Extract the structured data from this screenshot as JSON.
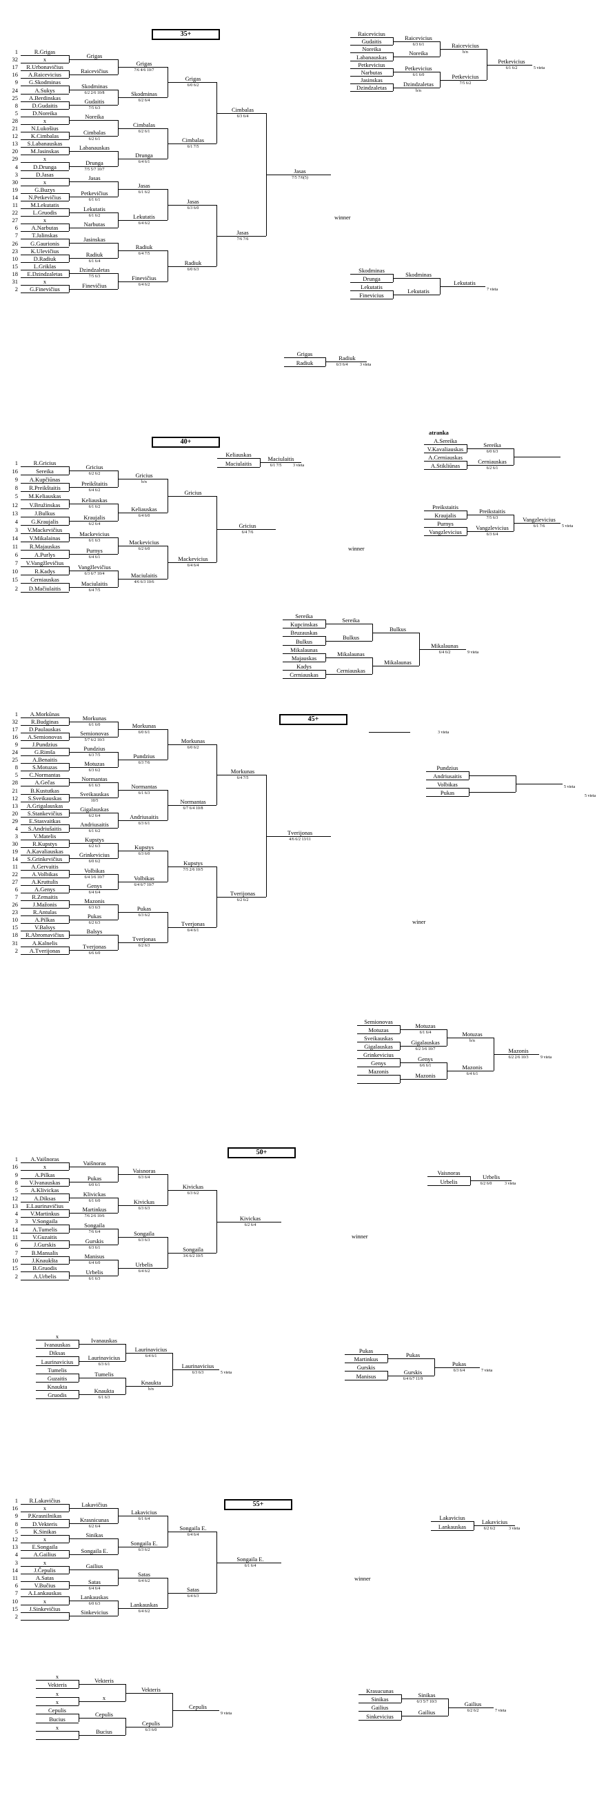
{
  "document": {
    "title": "Teniso turnyro tinkleliai"
  },
  "sections": [
    {
      "title": "35+",
      "players": [
        "R.Grigas",
        "x",
        "R.Urbonavičius",
        "A.Raicevicius",
        "G.Skodminas",
        "A.Sukys",
        "A.Berdinskas",
        "D.Gudaitis",
        "D.Noreika",
        "x",
        "N.Lukošius",
        "K.Cimbalas",
        "S.Labanauskas",
        "M.Jasinskas",
        "x",
        "D.Drunga",
        "D.Jasas",
        "x",
        "G.Buzys",
        "N.Petkevičius",
        "M.Lekutatis",
        "L.Gruodis",
        "x",
        "A.Narbutas",
        "T.Jalinskas",
        "G.Gaurionis",
        "K.Ulevičius",
        "D.Radiuk",
        "L.Griklas",
        "E.Dzindzaletas",
        "x",
        "G.Finevičius"
      ],
      "seeds": [
        "1",
        "32",
        "17",
        "16",
        "9",
        "24",
        "25",
        "8",
        "5",
        "28",
        "21",
        "12",
        "13",
        "20",
        "29",
        "4",
        "3",
        "30",
        "19",
        "14",
        "11",
        "22",
        "27",
        "6",
        "7",
        "26",
        "23",
        "10",
        "15",
        "18",
        "31",
        "2"
      ],
      "r1": [
        "Grigas",
        "Raicevičius",
        "Skodminas",
        "Gudaitis",
        "Noreika",
        "Cimbalas",
        "Labanauskas",
        "Drunga",
        "Jasas",
        "Petkevičius",
        "Lekutatis",
        "Narbutas",
        "Jasinskas",
        "Radiuk",
        "Dzindzaletas",
        "Finevičius"
      ],
      "r1s": [
        "",
        "",
        "6/2 2/6 10/8",
        "7/5 6/3",
        "",
        "6/2 6/1",
        "",
        "7/5 5/7 10/7",
        "",
        "6/1 6/1",
        "6/1 6/2",
        "",
        "",
        "6/1 6/4",
        "7/5 6/3",
        ""
      ],
      "r2": [
        "Grigas",
        "Skodminas",
        "Cimbalas",
        "Drunga",
        "Jasas",
        "Lekutatis",
        "Radiuk",
        "Finevičius"
      ],
      "r2s": [
        "7/6 4/6 10/7",
        "6/2 6/4",
        "6/2 6/1",
        "6/4 6/1",
        "6/1 6/2",
        "6/4 6/2",
        "6/4 7/5",
        "6/4 6/2"
      ],
      "r3": [
        "Grigas",
        "Cimbalas",
        "Jasas",
        "Radiuk"
      ],
      "r3s": [
        "6/0 6/2",
        "6/1 7/5",
        "6/3 6/0",
        "6/0 6/3"
      ],
      "r4": [
        "Cimbalas",
        "Jasas"
      ],
      "r4s": [
        "6/3 6/4",
        "7/6 7/6"
      ],
      "final": "Jasas",
      "final_score": "7/5 7/6(5)",
      "winner_label": "winner",
      "third": {
        "a": "Grigas",
        "b": "Radiuk",
        "w": "Radiuk",
        "score": "6/3 6/4",
        "label": "3 vieta"
      },
      "cons": {
        "players": [
          "Raicevicius",
          "Gudaitis",
          "Noreika",
          "Labanauskas",
          "Petkevicius",
          "Narbutas",
          "Jasinskas",
          "Dzindzaletas"
        ],
        "r1": [
          "Raicevicius",
          "Noreika",
          "Petkevicius",
          "Dzindzaletas"
        ],
        "r1s": [
          "6/3 6/1",
          "",
          "6/1 6/0",
          "b/n"
        ],
        "r2": [
          "Raicevicius",
          "Petkevicius"
        ],
        "r2s": [
          "b/n",
          "7/5 6/2"
        ],
        "w": "Petkevicius",
        "score": "6/1 6/2",
        "label": "5 vieta"
      },
      "cons2": {
        "players": [
          "Skodminas",
          "Drunga",
          "Lekutatis",
          "Finevicius"
        ],
        "r1": [
          "Skodminas",
          "Lekutatis"
        ],
        "w": "Lekutatis",
        "label": "7 vieta"
      }
    },
    {
      "title": "40+",
      "players": [
        "R.Gricius",
        "Sereika",
        "A.Kupčiūnas",
        "R.Preikštaitis",
        "M.Keliauskas",
        "V.Bružinskas",
        "J.Bulkus",
        "G.Kraujalis",
        "V.Mackevičius",
        "V.Mikalainas",
        "R.Majauskas",
        "A.Purlys",
        "V.Vangžlevičius",
        "R.Kadys",
        "Cerniauskas",
        "D.Mačiulaitis"
      ],
      "seeds": [
        "1",
        "16",
        "9",
        "8",
        "5",
        "12",
        "13",
        "4",
        "3",
        "14",
        "11",
        "6",
        "7",
        "10",
        "15",
        "2"
      ],
      "r1": [
        "Gricius",
        "Preikštaitis",
        "Keliauskas",
        "Kraujalis",
        "Mackevicius",
        "Purnys",
        "Vangžlevičius",
        "Maciulaitis"
      ],
      "r1s": [
        "6/2 6/2",
        "6/4 6/2",
        "6/1 6/2",
        "6/2 6/4",
        "6/1 6/3",
        "6/4 6/1",
        "6/3 6/7 10/4",
        "6/4 7/5"
      ],
      "r2": [
        "Gricius",
        "Keliauskas",
        "Mackevicius",
        "Maciulaitis"
      ],
      "r2s": [
        "b/n",
        "6/4 6/0",
        "6/2 6/0",
        "4/6 6/3 10/6"
      ],
      "r3": [
        "Gricius",
        "Mackevicius"
      ],
      "r3s": [
        "",
        "6/4 6/4"
      ],
      "final": "Gricius",
      "final_score": "6/4 7/6",
      "winner_label": "winner",
      "third": {
        "a": "Keliauskas",
        "b": "Maciulaitis",
        "w": "Maciulaitis",
        "score": "6/1 7/5",
        "label": "3 vieta"
      },
      "stranka_title": "atranka",
      "stranka": {
        "players": [
          "A.Sereika",
          "V.Kavaliauskas",
          "A.Cerniauskas",
          "A.Stikliūnas"
        ],
        "r1": [
          "Sereika",
          "Cerniauskas"
        ],
        "r1s": [
          "6/0 6/3",
          "6/2 6/1"
        ]
      },
      "cons": {
        "players": [
          "Preikstaitis",
          "Kraujalis",
          "Purnys",
          "Vangzlevicius"
        ],
        "r1": [
          "Preikstaitis",
          "Vangzlevicius"
        ],
        "r1s": [
          "7/5 6/3",
          "6/3 6/4"
        ],
        "w": "Vangzlevicius",
        "score": "6/1 7/6",
        "label": "5 vieta"
      },
      "cons2": {
        "players": [
          "Sereika",
          "Kupcinskas",
          "Bruzauskas",
          "Bulkus",
          "Mikalaunas",
          "Majauskas",
          "Kadys",
          "Cerniauskas"
        ],
        "r1": [
          "Sereika",
          "Bulkus",
          "Mikalaunas",
          "Cerniauskas"
        ],
        "r2": [
          "Bulkus",
          "Mikalaunas"
        ],
        "w": "Mikalaunas",
        "score": "6/4 6/2",
        "label": "9 vieta"
      }
    },
    {
      "title": "45+",
      "players": [
        "A.Morkūnas",
        "R.Budginas",
        "D.Paulauskas",
        "A.Semionovas",
        "J.Pundzius",
        "G.Rimša",
        "A.Benaitis",
        "S.Motuzas",
        "C.Normantas",
        "A.Gečas",
        "B.Kustutkas",
        "S.Sveikauskas",
        "A.Grigalauskas",
        "S.Stankevičius",
        "E.Stasvaitkas",
        "S.Andriušaitis",
        "V.Matelis",
        "R.Kupstys",
        "A.Kavaliauskas",
        "S.Grinkevičius",
        "A.Gervaitis",
        "A.Volbikas",
        "A.Kruttulis",
        "A.Genys",
        "R.Zemaitis",
        "J.Mažonis",
        "R.Antulas",
        "A.Pilkas",
        "V.Balsys",
        "R.Abromavičius",
        "A.Kalnelis",
        "A.Tverijonas"
      ],
      "seeds": [
        "1",
        "32",
        "17",
        "16",
        "9",
        "24",
        "25",
        "8",
        "5",
        "28",
        "21",
        "12",
        "13",
        "20",
        "29",
        "4",
        "3",
        "30",
        "19",
        "14",
        "11",
        "22",
        "27",
        "6",
        "7",
        "26",
        "23",
        "10",
        "15",
        "18",
        "31",
        "2"
      ],
      "r1": [
        "Morkunas",
        "Semionovas",
        "Pundzius",
        "Motuzas",
        "Normantas",
        "Sveikauskas",
        "Gigalauskas",
        "Andriusaitis",
        "Kupstys",
        "Grinkevicius",
        "Volbikas",
        "Genys",
        "Mazonis",
        "Pukas",
        "Balsys",
        "Tverjonas"
      ],
      "r1s": [
        "6/1 6/0",
        "5/7 6/2 10/3",
        "6/3 7/5",
        "6/3 6/2",
        "6/1 6/3",
        "10/5",
        "6/2 6/4",
        "6/1 6/2",
        "6/2 6/3",
        "6/0 6/2",
        "6/4 3/6 10/7",
        "6/4 6/4",
        "6/3 6/3",
        "6/2 6/3",
        "",
        "6/6 6/0"
      ],
      "r2": [
        "Morkunas",
        "Pundzius",
        "Normantas",
        "Andriusaitis",
        "Kupstys",
        "Volbikas",
        "Pukas",
        "Tverjonas"
      ],
      "r2s": [
        "6/0 6/1",
        "6/3 7/6",
        "6/1 6/3",
        "6/3 6/1",
        "6/3 6/0",
        "6/4 6/7 10/7",
        "6/3 6/2",
        "6/2 6/3"
      ],
      "r3": [
        "Morkunas",
        "Normantas",
        "Kupstys",
        "Tverjonas"
      ],
      "r3s": [
        "6/0 6/2",
        "6/7 6/4 10/8",
        "7/5 2/6 10/5",
        "6/4 6/1"
      ],
      "r4": [
        "Morkunas",
        "Tverijonas"
      ],
      "r4s": [
        "6/4 7/5",
        "6/2 6/2"
      ],
      "final": "Tverijonas",
      "final_score": "4/6 6/2 13/11",
      "winner_label": "winer",
      "third": {
        "label": "3 vieta"
      },
      "cons": {
        "players": [
          "Pundzius",
          "Andriusaitis",
          "Volbikas",
          "Pukas"
        ],
        "w": "",
        "label": "5 vieta"
      },
      "cons2": {
        "players": [
          "Semionovas",
          "Motuzas",
          "Sveikauskas",
          "Gigalauskas",
          "Grinkevicius",
          "Genys",
          "Mazonis"
        ],
        "r1": [
          "Motuzas",
          "Gigalauskas",
          "Genys",
          "Mazonis"
        ],
        "r1s": [
          "6/1 6/4",
          "6/2 3/6 10/7",
          "6/6 6/1",
          ""
        ],
        "r2": [
          "Motuzas",
          "Mazonis"
        ],
        "r2s": [
          "b/n",
          "6/4 6/1"
        ],
        "w": "Mazonis",
        "score": "6/2 2/6 10/3",
        "label": "9 vieta"
      }
    },
    {
      "title": "50+",
      "players": [
        "A.Vaišnoras",
        "x",
        "A.Pilkas",
        "V.Ivanauskas",
        "A.Klivickas",
        "A.Diksas",
        "E.Laurinavičius",
        "V.Martinkus",
        "V.Songaila",
        "A.Tumelis",
        "V.Guzaitis",
        "J.Gurskis",
        "B.Mansalis",
        "J.Knaukšta",
        "B.Gruodis",
        "A.Urbelis"
      ],
      "seeds": [
        "1",
        "16",
        "9",
        "8",
        "5",
        "12",
        "13",
        "4",
        "3",
        "14",
        "11",
        "6",
        "7",
        "10",
        "15",
        "2"
      ],
      "r1": [
        "Vaišnoras",
        "Pukas",
        "Klivickas",
        "Martinkus",
        "Songaila",
        "Gurskis",
        "Manisus",
        "Urbelis"
      ],
      "r1s": [
        "",
        "6/0 6/1",
        "6/1 6/0",
        "7/6 2/6 10/6",
        "7/6 6/4",
        "6/3 6/1",
        "6/4 6/0",
        "6/1 6/3"
      ],
      "r2": [
        "Vaisnoras",
        "Kivickas",
        "Songaila",
        "Urbelis"
      ],
      "r2s": [
        "6/3 6/4",
        "6/3 6/3",
        "6/3 6/3",
        "6/4 6/2"
      ],
      "r3": [
        "Kivickas",
        "Songaila"
      ],
      "r3s": [
        "6/3 6/2",
        "3/6 6/2 10/5"
      ],
      "final": "Kivickas",
      "final_score": "6/2 6/4",
      "winner_label": "winner",
      "third": {
        "a": "Vaisnoras",
        "b": "Urbelis",
        "w": "Urbelis",
        "score": "6/2 6/0",
        "label": "3 vieta"
      },
      "cons": {
        "players": [
          "x",
          "Ivanauskas",
          "Diksas",
          "Laurinavicius",
          "Tumelis",
          "Guzaitis",
          "Knaukta",
          "Gruodis"
        ],
        "r1": [
          "Ivanauskas",
          "Laurinavicius",
          "Tumelis",
          "Knaukta"
        ],
        "r1s": [
          "",
          "6/3 6/1",
          "",
          "6/1 6/3"
        ],
        "r2": [
          "Laurinavicius",
          "Knaukta"
        ],
        "r2s": [
          "6/4 6/1",
          "b/n"
        ],
        "w": "Laurinavicius",
        "score": "6/3 6/3",
        "label": "5 vieta"
      },
      "cons2": {
        "players": [
          "Pukas",
          "Martinkus",
          "Gurskis",
          "Manisus"
        ],
        "r1": [
          "Pukas",
          "Gurskis"
        ],
        "r1s": [
          "",
          "6/4 6/7 11/9"
        ],
        "w": "Pukas",
        "score": "6/3 6/4",
        "label": "7 vieta"
      }
    },
    {
      "title": "55+",
      "players": [
        "R.Lakavičius",
        "x",
        "P.Krasnilnikas",
        "D.Vekteris",
        "K.Sinikas",
        "x",
        "E.Songaila",
        "A.Gailius",
        "x",
        "J.Čepulis",
        "A.Satas",
        "V.Bučius",
        "A.Lankauskas",
        "x",
        "J.Sinkevičius"
      ],
      "seeds": [
        "1",
        "16",
        "9",
        "8",
        "5",
        "12",
        "13",
        "4",
        "3",
        "14",
        "11",
        "6",
        "7",
        "10",
        "15",
        "2"
      ],
      "r1": [
        "Lakavičius",
        "Krasnicunas",
        "Sinikas",
        "Songaila E.",
        "Gailius",
        "Satas",
        "Lankauskas",
        "Sinkevicius"
      ],
      "r1s": [
        "",
        "6/2 6/4",
        "",
        "",
        "",
        "6/4 6/4",
        "6/0 6/3",
        ""
      ],
      "r2": [
        "Lakavicius",
        "Songaila E.",
        "Satas",
        "Lankauskas"
      ],
      "r2s": [
        "6/1 6/4",
        "6/3 6/2",
        "6/4 6/2",
        "6/4 6/2"
      ],
      "r3": [
        "Songaila E.",
        "Satas"
      ],
      "r3s": [
        "6/4 6/4",
        "6/4 6/3"
      ],
      "final": "Songaila E.",
      "final_score": "6/1 6/4",
      "winner_label": "winner",
      "third": {
        "a": "Lakavicius",
        "b": "Lankauskas",
        "w": "Lakavicius",
        "score": "6/2 6/2",
        "label": "3 vieta"
      },
      "cons": {
        "players": [
          "x",
          "Vekteris",
          "x",
          "x",
          "Cepulis",
          "Bucius",
          "x"
        ],
        "r1": [
          "Vekteris",
          "x",
          "Cepulis",
          "Bucius"
        ],
        "r2": [
          "Vekteris",
          "Cepulis"
        ],
        "r2s": [
          "",
          "6/3 6/0"
        ],
        "w": "Cepulis",
        "label": "9 vieta"
      },
      "cons2": {
        "players": [
          "Krasucunas",
          "Sinikas",
          "Gailius",
          "Sinkevicius"
        ],
        "r1": [
          "Sinikas",
          "Gailius"
        ],
        "r1s": [
          "6/3 5/7 10/3",
          ""
        ],
        "w": "Gailius",
        "score": "6/2 6/2",
        "label": "7 vieta"
      }
    }
  ]
}
